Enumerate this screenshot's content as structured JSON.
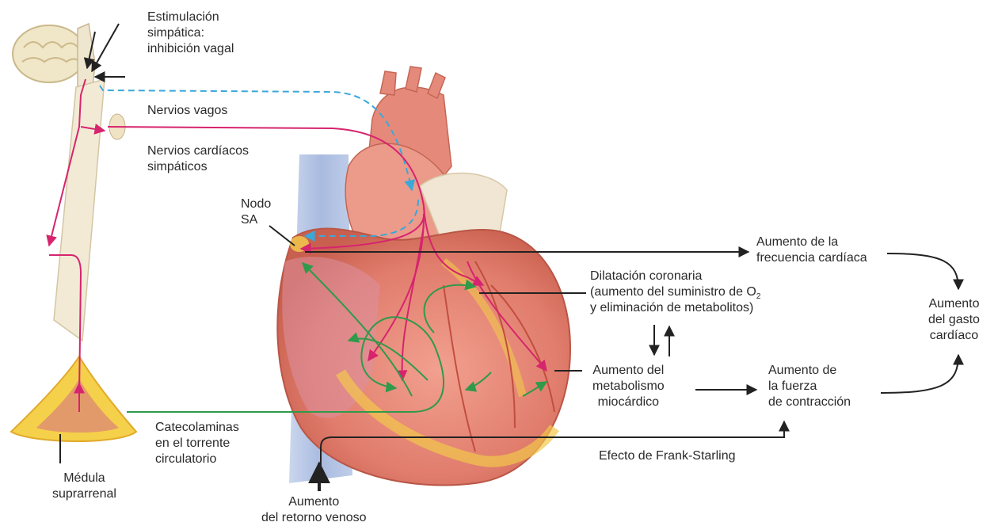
{
  "labels": {
    "sympathetic_stimulation": "Estimulación\nsimpática:\ninhibición vagal",
    "vagus_nerves": "Nervios vagos",
    "cardiac_sympathetic_nerves": "Nervios cardíacos\nsimpáticos",
    "sa_node": "Nodo\nSA",
    "heart_rate_increase": "Aumento de la\nfrecuencia cardíaca",
    "coronary_dilation_1": "Dilatación coronaria",
    "coronary_dilation_2": "(aumento del suministro de O",
    "coronary_dilation_sub": "2",
    "coronary_dilation_3": "y eliminación de metabolitos)",
    "cardiac_output_increase": "Aumento\ndel gasto\ncardíaco",
    "myocardial_metabolism": "Aumento del\nmetabolismo\nmiocárdico",
    "contraction_force": "Aumento de\nla fuerza\nde contracción",
    "catecholamines": "Catecolaminas\nen el torrente\ncirculatorio",
    "frank_starling": "Efecto de Frank-Starling",
    "adrenal_medulla": "Médula\nsuprarrenal",
    "venous_return": "Aumento\ndel retorno venoso"
  },
  "colors": {
    "sympathetic": "#d6246e",
    "vagal": "#3aa8d8",
    "catecholamine": "#2f9a4a",
    "arrow": "#222222",
    "heart_body": "#e98a7c",
    "fat": "#f2c84b",
    "vein": "#9fb3dc"
  }
}
